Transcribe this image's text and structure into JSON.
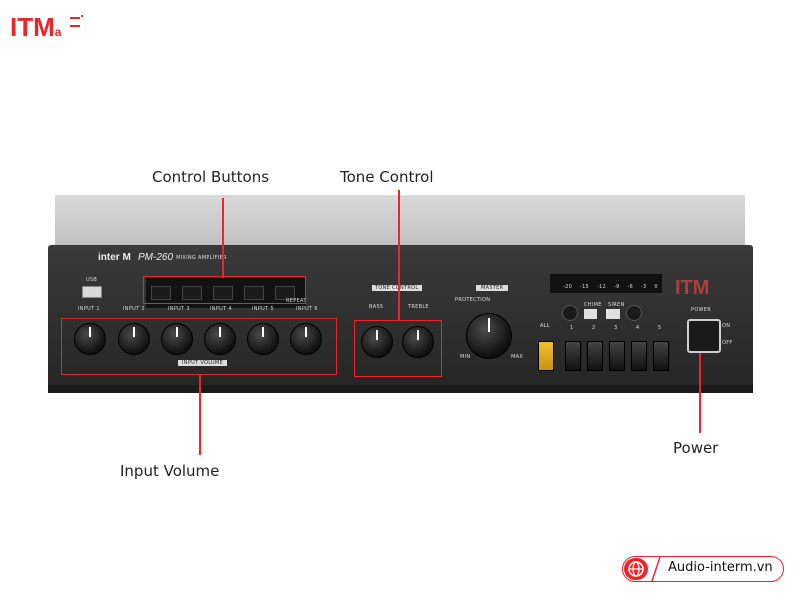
{
  "brand_logo": {
    "text": "ITM",
    "sub": "a"
  },
  "callouts": {
    "control_buttons": "Control Buttons",
    "tone_control": "Tone Control",
    "input_volume": "Input Volume",
    "power": "Power"
  },
  "device": {
    "brand": "inter M",
    "model": "PM-260",
    "model_sub": "MIXING AMPLIFIER",
    "usb": "USB",
    "inputs": [
      "INPUT 1",
      "INPUT 2",
      "INPUT 3",
      "INPUT 4",
      "INPUT 5",
      "INPUT 6"
    ],
    "repeat": "REPEAT",
    "input_volume_label": "INPUT VOLUME",
    "tone_control_label": "TONE CONTROL",
    "bass": "BASS",
    "treble": "TREBLE",
    "master_label": "MASTER",
    "protection": "PROTECTION",
    "min": "MIN",
    "max": "MAX",
    "chime": "CHIME",
    "siren": "SIREN",
    "all": "ALL",
    "zones": [
      "1",
      "2",
      "3",
      "4",
      "5"
    ],
    "power_label": "POWER",
    "on": "ON",
    "off": "OFF",
    "meter": [
      "-20",
      "-15",
      "-12",
      "-9",
      "-6",
      "-3",
      "0"
    ],
    "watermark": "ITM"
  },
  "footer": {
    "website": "Audio-interm.vn"
  },
  "colors": {
    "accent": "#e8262c",
    "panel": "#2b2b2b",
    "switch_highlight": "#f2c12e"
  }
}
